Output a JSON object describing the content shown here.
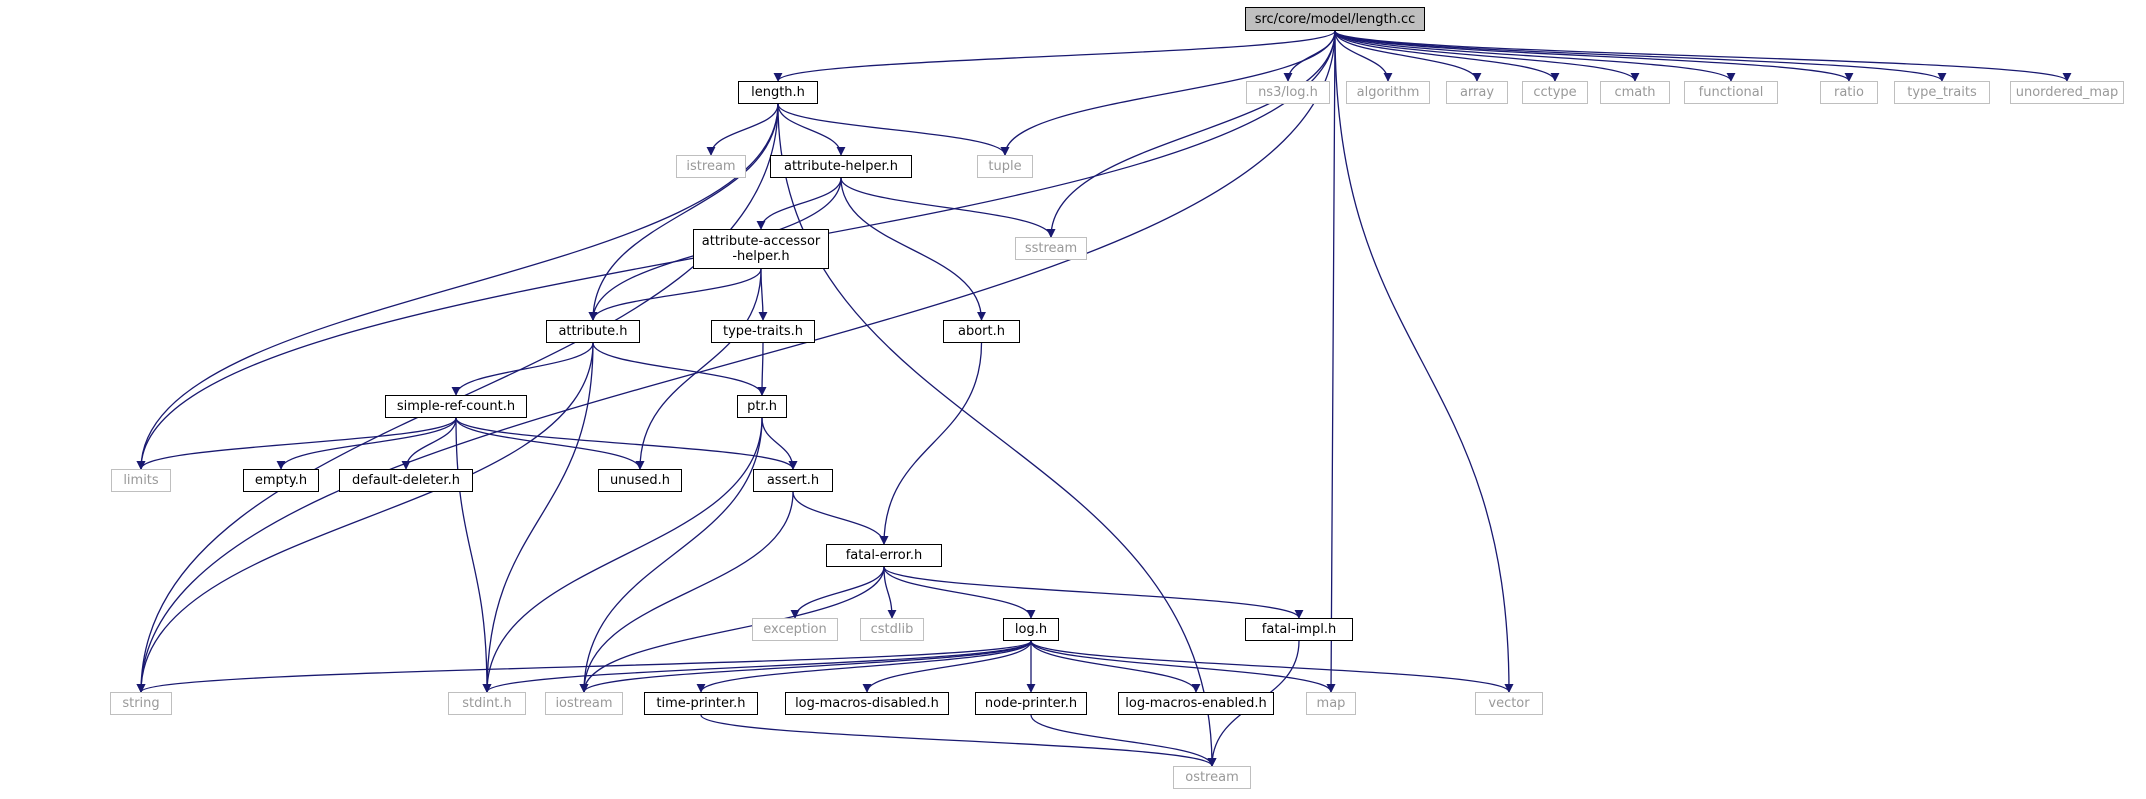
{
  "graph": {
    "colors": {
      "edge": "#191970",
      "internal_border": "#000000",
      "external_border": "#bfbfbf",
      "external_text": "#999999",
      "root_fill": "#bfbfbf"
    },
    "nodes": {
      "root": {
        "label": "src/core/model/length.cc",
        "kind": "root"
      },
      "length_h": {
        "label": "length.h",
        "kind": "internal"
      },
      "ns3_log_h": {
        "label": "ns3/log.h",
        "kind": "external"
      },
      "algorithm": {
        "label": "algorithm",
        "kind": "external"
      },
      "array": {
        "label": "array",
        "kind": "external"
      },
      "cctype": {
        "label": "cctype",
        "kind": "external"
      },
      "cmath": {
        "label": "cmath",
        "kind": "external"
      },
      "functional": {
        "label": "functional",
        "kind": "external"
      },
      "ratio": {
        "label": "ratio",
        "kind": "external"
      },
      "type_traits": {
        "label": "type_traits",
        "kind": "external"
      },
      "unordered_map": {
        "label": "unordered_map",
        "kind": "external"
      },
      "istream": {
        "label": "istream",
        "kind": "external"
      },
      "attribute_helper_h": {
        "label": "attribute-helper.h",
        "kind": "internal"
      },
      "tuple": {
        "label": "tuple",
        "kind": "external"
      },
      "sstream": {
        "label": "sstream",
        "kind": "external"
      },
      "attribute_accessor_helper_h": {
        "label": "attribute-accessor\n-helper.h",
        "kind": "internal"
      },
      "attribute_h": {
        "label": "attribute.h",
        "kind": "internal"
      },
      "type_traits_h": {
        "label": "type-traits.h",
        "kind": "internal"
      },
      "abort_h": {
        "label": "abort.h",
        "kind": "internal"
      },
      "simple_ref_count_h": {
        "label": "simple-ref-count.h",
        "kind": "internal"
      },
      "ptr_h": {
        "label": "ptr.h",
        "kind": "internal"
      },
      "limits": {
        "label": "limits",
        "kind": "external"
      },
      "empty_h": {
        "label": "empty.h",
        "kind": "internal"
      },
      "default_deleter_h": {
        "label": "default-deleter.h",
        "kind": "internal"
      },
      "unused_h": {
        "label": "unused.h",
        "kind": "internal"
      },
      "assert_h": {
        "label": "assert.h",
        "kind": "internal"
      },
      "fatal_error_h": {
        "label": "fatal-error.h",
        "kind": "internal"
      },
      "exception": {
        "label": "exception",
        "kind": "external"
      },
      "cstdlib": {
        "label": "cstdlib",
        "kind": "external"
      },
      "log_h": {
        "label": "log.h",
        "kind": "internal"
      },
      "fatal_impl_h": {
        "label": "fatal-impl.h",
        "kind": "internal"
      },
      "string": {
        "label": "string",
        "kind": "external"
      },
      "stdint_h": {
        "label": "stdint.h",
        "kind": "external"
      },
      "iostream": {
        "label": "iostream",
        "kind": "external"
      },
      "time_printer_h": {
        "label": "time-printer.h",
        "kind": "internal"
      },
      "log_macros_disabled_h": {
        "label": "log-macros-disabled.h",
        "kind": "internal"
      },
      "node_printer_h": {
        "label": "node-printer.h",
        "kind": "internal"
      },
      "log_macros_enabled_h": {
        "label": "log-macros-enabled.h",
        "kind": "internal"
      },
      "map": {
        "label": "map",
        "kind": "external"
      },
      "vector": {
        "label": "vector",
        "kind": "external"
      },
      "ostream": {
        "label": "ostream",
        "kind": "external"
      }
    },
    "edges": [
      [
        "root",
        "length_h"
      ],
      [
        "root",
        "ns3_log_h"
      ],
      [
        "root",
        "algorithm"
      ],
      [
        "root",
        "array"
      ],
      [
        "root",
        "cctype"
      ],
      [
        "root",
        "cmath"
      ],
      [
        "root",
        "functional"
      ],
      [
        "root",
        "ratio"
      ],
      [
        "root",
        "type_traits"
      ],
      [
        "root",
        "unordered_map"
      ],
      [
        "root",
        "tuple"
      ],
      [
        "root",
        "sstream"
      ],
      [
        "root",
        "map"
      ],
      [
        "root",
        "vector"
      ],
      [
        "root",
        "limits"
      ],
      [
        "root",
        "string"
      ],
      [
        "length_h",
        "istream"
      ],
      [
        "length_h",
        "attribute_helper_h"
      ],
      [
        "length_h",
        "tuple"
      ],
      [
        "length_h",
        "attribute_h"
      ],
      [
        "length_h",
        "limits"
      ],
      [
        "length_h",
        "string"
      ],
      [
        "length_h",
        "ostream"
      ],
      [
        "attribute_helper_h",
        "attribute_accessor_helper_h"
      ],
      [
        "attribute_helper_h",
        "attribute_h"
      ],
      [
        "attribute_helper_h",
        "sstream"
      ],
      [
        "attribute_helper_h",
        "abort_h"
      ],
      [
        "attribute_accessor_helper_h",
        "attribute_h"
      ],
      [
        "attribute_accessor_helper_h",
        "type_traits_h"
      ],
      [
        "attribute_accessor_helper_h",
        "unused_h"
      ],
      [
        "type_traits_h",
        "ptr_h"
      ],
      [
        "attribute_h",
        "simple_ref_count_h"
      ],
      [
        "attribute_h",
        "ptr_h"
      ],
      [
        "attribute_h",
        "string"
      ],
      [
        "attribute_h",
        "stdint_h"
      ],
      [
        "simple_ref_count_h",
        "limits"
      ],
      [
        "simple_ref_count_h",
        "empty_h"
      ],
      [
        "simple_ref_count_h",
        "default_deleter_h"
      ],
      [
        "simple_ref_count_h",
        "unused_h"
      ],
      [
        "simple_ref_count_h",
        "assert_h"
      ],
      [
        "simple_ref_count_h",
        "stdint_h"
      ],
      [
        "ptr_h",
        "assert_h"
      ],
      [
        "ptr_h",
        "stdint_h"
      ],
      [
        "ptr_h",
        "iostream"
      ],
      [
        "abort_h",
        "fatal_error_h"
      ],
      [
        "assert_h",
        "fatal_error_h"
      ],
      [
        "assert_h",
        "iostream"
      ],
      [
        "fatal_error_h",
        "exception"
      ],
      [
        "fatal_error_h",
        "cstdlib"
      ],
      [
        "fatal_error_h",
        "log_h"
      ],
      [
        "fatal_error_h",
        "fatal_impl_h"
      ],
      [
        "fatal_error_h",
        "iostream"
      ],
      [
        "log_h",
        "string"
      ],
      [
        "log_h",
        "stdint_h"
      ],
      [
        "log_h",
        "iostream"
      ],
      [
        "log_h",
        "time_printer_h"
      ],
      [
        "log_h",
        "log_macros_disabled_h"
      ],
      [
        "log_h",
        "node_printer_h"
      ],
      [
        "log_h",
        "log_macros_enabled_h"
      ],
      [
        "log_h",
        "map"
      ],
      [
        "log_h",
        "vector"
      ],
      [
        "fatal_impl_h",
        "ostream"
      ],
      [
        "time_printer_h",
        "ostream"
      ],
      [
        "node_printer_h",
        "ostream"
      ]
    ]
  }
}
